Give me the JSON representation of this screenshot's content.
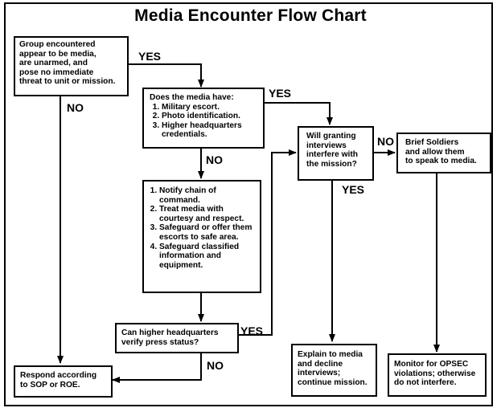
{
  "title": "Media Encounter Flow Chart",
  "nodes": {
    "group_encountered": "Group encountered\nappear to be media,\nare unarmed, and\npose no immediate\nthreat to unit or mission.",
    "media_have": {
      "heading": "Does the media have:",
      "items": [
        "Military escort.",
        "Photo identification.",
        "Higher headquarters credentials."
      ]
    },
    "actions": {
      "items": [
        "Notify chain of command.",
        "Treat media with courtesy and respect.",
        "Safeguard or offer them escorts to safe area.",
        "Safeguard classified information and equipment."
      ]
    },
    "hq_verify": "Can higher headquarters\nverify press status?",
    "respond": "Respond according\nto SOP or ROE.",
    "interfere": "Will granting\ninterviews\ninterfere with\nthe mission?",
    "brief": "Brief Soldiers\nand allow them\nto speak to media.",
    "explain": "Explain to media\nand decline\ninterviews;\ncontinue mission.",
    "monitor": "Monitor for OPSEC\nviolations; otherwise\ndo not interfere."
  },
  "edge_labels": {
    "yes_group": "YES",
    "no_group": "NO",
    "yes_media": "YES",
    "no_media": "NO",
    "yes_hq": "YES",
    "no_hq": "NO",
    "no_interfere": "NO",
    "yes_interfere": "YES"
  }
}
